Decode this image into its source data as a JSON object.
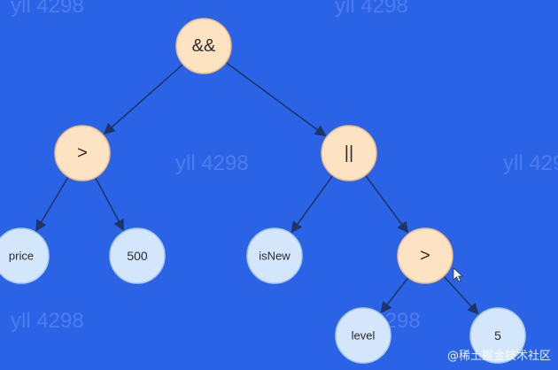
{
  "diagram": {
    "nodes": [
      {
        "id": "and",
        "label": "&&",
        "kind": "operator"
      },
      {
        "id": "gt1",
        "label": ">",
        "kind": "operator"
      },
      {
        "id": "or",
        "label": "||",
        "kind": "operator"
      },
      {
        "id": "price",
        "label": "price",
        "kind": "operand"
      },
      {
        "id": "n500",
        "label": "500",
        "kind": "operand"
      },
      {
        "id": "isNew",
        "label": "isNew",
        "kind": "operand"
      },
      {
        "id": "gt2",
        "label": ">",
        "kind": "operator"
      },
      {
        "id": "level",
        "label": "level",
        "kind": "operand"
      },
      {
        "id": "n5",
        "label": "5",
        "kind": "operand"
      }
    ],
    "edges": [
      [
        "and",
        "gt1"
      ],
      [
        "and",
        "or"
      ],
      [
        "gt1",
        "price"
      ],
      [
        "gt1",
        "n500"
      ],
      [
        "or",
        "isNew"
      ],
      [
        "or",
        "gt2"
      ],
      [
        "gt2",
        "level"
      ],
      [
        "gt2",
        "n5"
      ]
    ]
  },
  "watermark": "yll 4298",
  "footer": "@稀土掘金技术社区",
  "colors": {
    "background": "#2a63e6",
    "operator_fill": "#fde3c2",
    "operator_stroke": "#e8b98a",
    "operand_fill": "#d4e6fb",
    "operand_stroke": "#a9c9f0",
    "edge": "#1f3563"
  }
}
